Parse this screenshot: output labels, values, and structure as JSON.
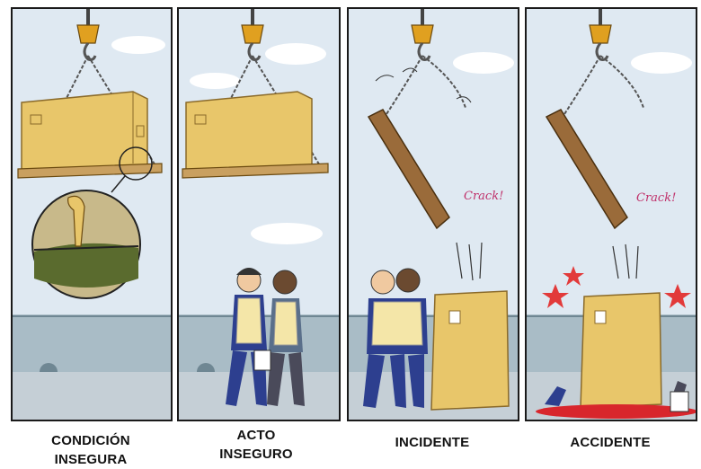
{
  "panels": [
    {
      "caption": "CONDICIÓN\nINSEGURA",
      "sfx": ""
    },
    {
      "caption": "ACTO\nINSEGURO",
      "sfx": ""
    },
    {
      "caption": "INCIDENTE",
      "sfx": "Crack!"
    },
    {
      "caption": "ACCIDENTE",
      "sfx": "Crack!"
    }
  ],
  "colors": {
    "sky": "#dfe9f2",
    "crate": "#e8c66a",
    "crate_edge": "#8a6a2a",
    "pallet": "#c9a060",
    "hook": "#e0a020",
    "wall": "#a9bcc6",
    "ground": "#c5cfd6",
    "vest": "#f4e6a8",
    "suit": "#2d3f8f",
    "blood": "#d8262c",
    "star": "#e23a3a"
  }
}
